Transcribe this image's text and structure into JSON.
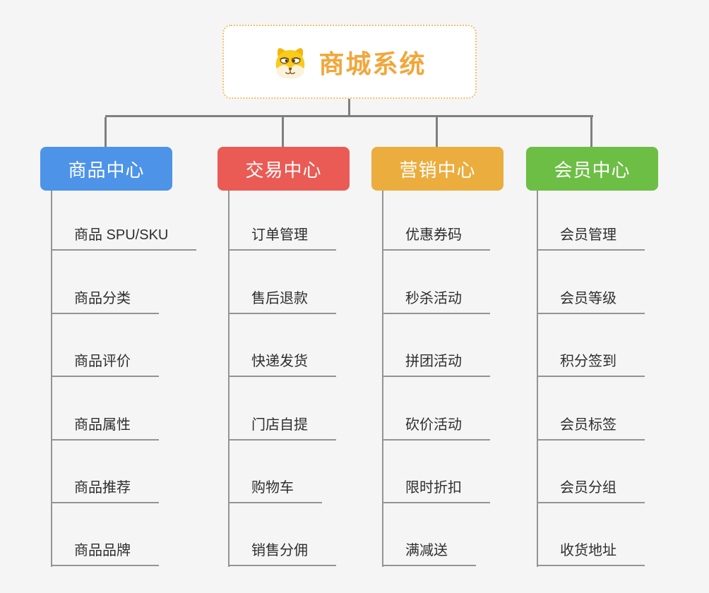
{
  "root": {
    "title": "商城系统",
    "icon": "dog-face-icon"
  },
  "columns": [
    {
      "label": "商品中心",
      "color": "#4D93E8",
      "items": [
        "商品 SPU/SKU",
        "商品分类",
        "商品评价",
        "商品属性",
        "商品推荐",
        "商品品牌"
      ]
    },
    {
      "label": "交易中心",
      "color": "#EA5B55",
      "items": [
        "订单管理",
        "售后退款",
        "快递发货",
        "门店自提",
        "购物车",
        "销售分佣"
      ]
    },
    {
      "label": "营销中心",
      "color": "#EBAD3E",
      "items": [
        "优惠券码",
        "秒杀活动",
        "拼团活动",
        "砍价活动",
        "限时折扣",
        "满减送"
      ]
    },
    {
      "label": "会员中心",
      "color": "#6DBE45",
      "items": [
        "会员管理",
        "会员等级",
        "积分签到",
        "会员标签",
        "会员分组",
        "收货地址"
      ]
    }
  ],
  "colors": {
    "background": "#F5F5F5",
    "root_border": "#F3BD66",
    "root_text": "#F1A73C",
    "connector": "#7F7F7F",
    "leaf_line": "#949494",
    "leaf_text": "#2E2E2E"
  }
}
